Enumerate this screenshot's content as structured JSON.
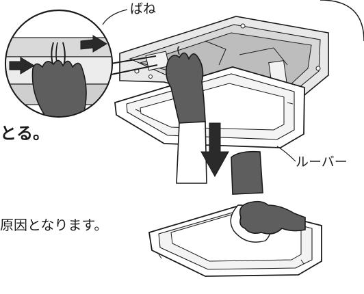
{
  "labels": {
    "spring": "ばね",
    "louver": "ルーバー"
  },
  "text": {
    "step_fragment": "とる。",
    "warning_fragment": "原因となります。"
  },
  "icons": {
    "push_arrows": "inward-press-arrows",
    "down_arrow": "downward-arrow",
    "hand": "gloved-hand",
    "cloth": "wiping-cloth"
  },
  "colors": {
    "line": "#1a1a1a",
    "glove": "#5e5e5e",
    "panel_fill": "#ffffff",
    "shadow": "#9a9a9a"
  }
}
